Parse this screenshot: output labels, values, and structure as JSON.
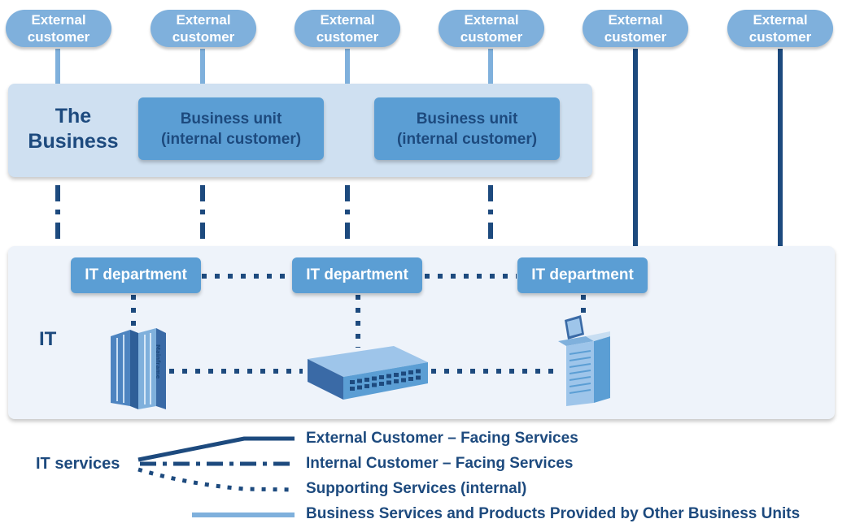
{
  "external_customers": [
    {
      "line1": "External",
      "line2": "customer",
      "link": "business"
    },
    {
      "line1": "External",
      "line2": "customer",
      "link": "business"
    },
    {
      "line1": "External",
      "line2": "customer",
      "link": "business"
    },
    {
      "line1": "External",
      "line2": "customer",
      "link": "business"
    },
    {
      "line1": "External",
      "line2": "customer",
      "link": "it-external"
    },
    {
      "line1": "External",
      "line2": "customer",
      "link": "it-external"
    }
  ],
  "business": {
    "title_line1": "The",
    "title_line2": "Business",
    "units": [
      {
        "line1": "Business unit",
        "line2": "(internal customer)"
      },
      {
        "line1": "Business unit",
        "line2": "(internal customer)"
      }
    ]
  },
  "it": {
    "label": "IT",
    "departments": [
      "IT department",
      "IT department",
      "IT department"
    ],
    "devices": [
      {
        "icon": "mainframe-icon",
        "caption": "Mainframe"
      },
      {
        "icon": "network-switch-icon"
      },
      {
        "icon": "server-terminal-icon"
      }
    ]
  },
  "legend": {
    "title": "IT services",
    "items": [
      {
        "style": "solid-dark",
        "label": "External Customer – Facing Services"
      },
      {
        "style": "dash-dot-dark",
        "label": "Internal Customer – Facing Services"
      },
      {
        "style": "dotted-dark",
        "label": "Supporting Services (internal)"
      },
      {
        "style": "solid-light",
        "label": "Business Services and Products Provided by Other Business Units"
      }
    ]
  },
  "colors": {
    "dark_line": "#1d4a7e",
    "light_line": "#7fb0dc",
    "box_fill": "#5b9ed4",
    "business_panel": "#cfe0f1",
    "it_panel": "#eef3fa"
  }
}
